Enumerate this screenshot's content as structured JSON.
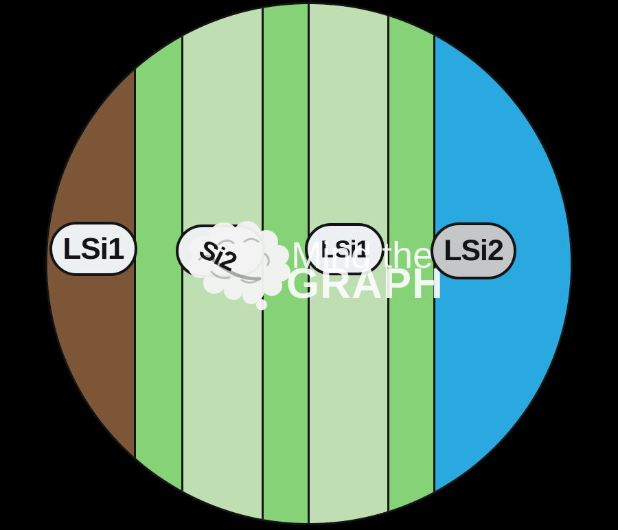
{
  "diagram": {
    "background": "#000000",
    "outline_color": "#141414",
    "stripes": [
      {
        "name": "outer-left-brown",
        "color": "#7D5638"
      },
      {
        "name": "green-1",
        "color": "#86D276"
      },
      {
        "name": "light-green-1",
        "color": "#BFDFB2"
      },
      {
        "name": "green-2",
        "color": "#86D276"
      },
      {
        "name": "light-green-2",
        "color": "#BFDFB2"
      },
      {
        "name": "green-3",
        "color": "#86D276"
      },
      {
        "name": "outer-right-blue",
        "color": "#29A9E0"
      }
    ],
    "labels": [
      {
        "text": "LSi1",
        "fill": "#EDF0F1"
      },
      {
        "text": "Si2",
        "fill": "#EDF0F1"
      },
      {
        "text": "LSi1",
        "fill": "#EDF0F1"
      },
      {
        "text": "LSi2",
        "fill": "#C4C6C8"
      }
    ]
  },
  "watermark": {
    "icon": "brain-icon",
    "line1": "Mind the",
    "line2": "GRAPH",
    "color": "#FFFFFF"
  }
}
